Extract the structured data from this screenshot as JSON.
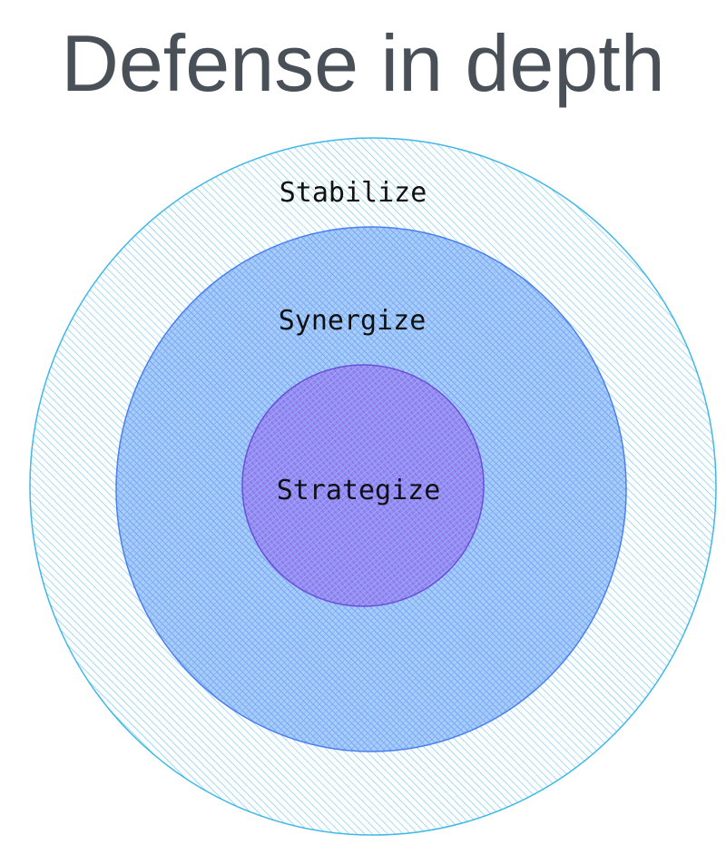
{
  "title": "Defense in depth",
  "layers": [
    {
      "label": "Stabilize",
      "stroke": "#3fb8e8",
      "fill": "#74c8f0"
    },
    {
      "label": "Synergize",
      "stroke": "#4a7ff0",
      "fill": "#6fa5f5"
    },
    {
      "label": "Strategize",
      "stroke": "#6a4fd8",
      "fill": "#8c6ff0"
    }
  ]
}
